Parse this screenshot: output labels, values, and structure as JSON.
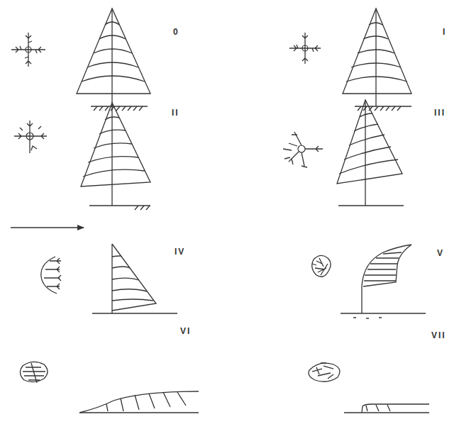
{
  "diagram": {
    "labels": [
      "0",
      "I",
      "II",
      "III",
      "IV",
      "V",
      "VI",
      "VII"
    ]
  }
}
